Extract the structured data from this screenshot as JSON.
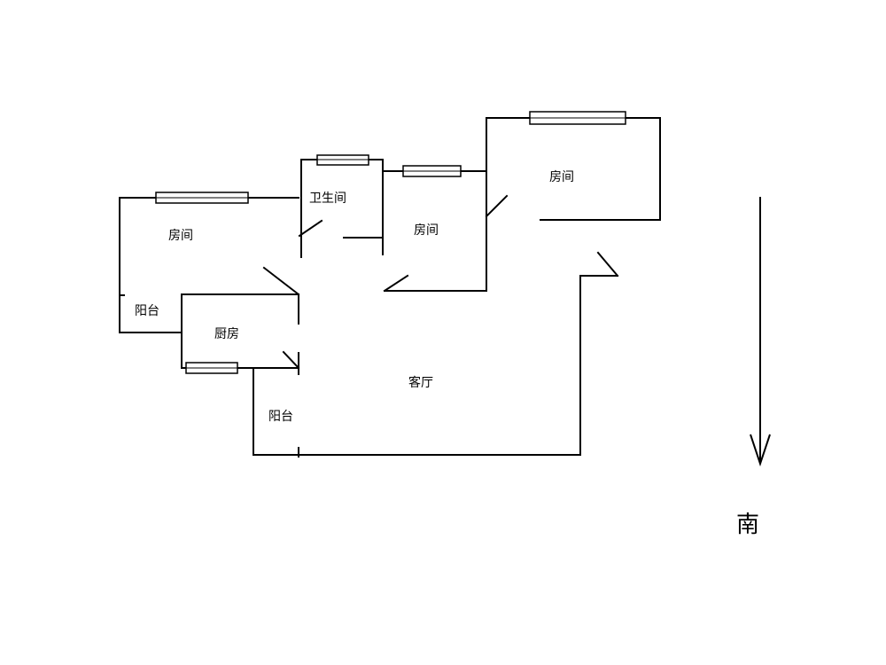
{
  "diagram": {
    "type": "floor-plan",
    "rooms": {
      "bedroom_left": "房间",
      "bathroom": "卫生间",
      "bedroom_middle": "房间",
      "bedroom_right": "房间",
      "balcony_left": "阳台",
      "kitchen": "厨房",
      "living_room": "客厅",
      "balcony_bottom": "阳台"
    },
    "compass": {
      "direction_label": "南"
    }
  }
}
